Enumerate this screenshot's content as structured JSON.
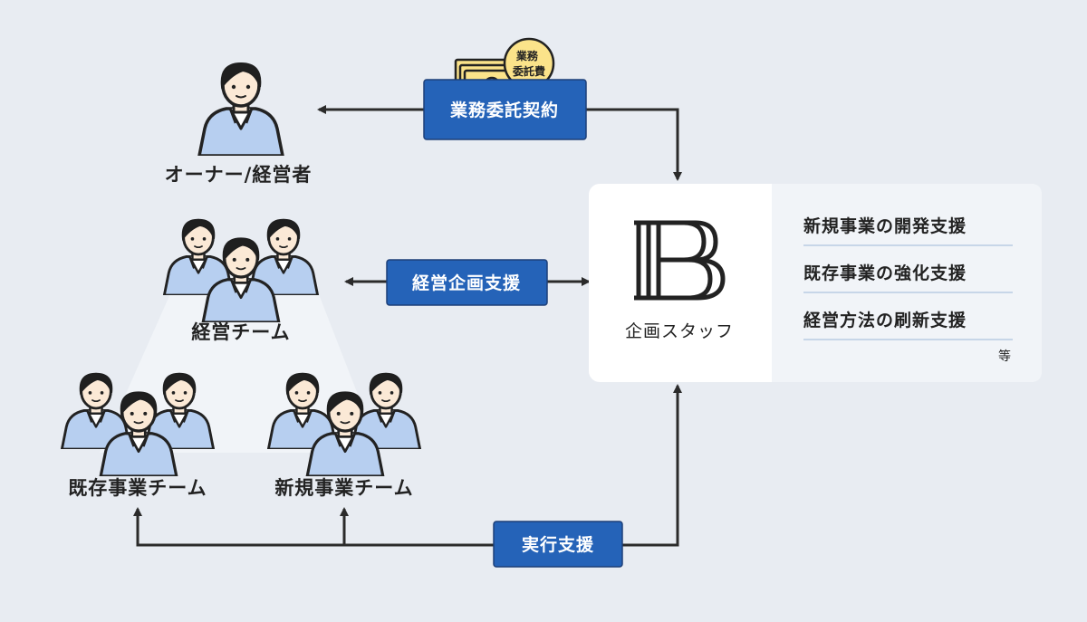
{
  "nodes": {
    "owner": "オーナー/経営者",
    "management_team": "経営チーム",
    "existing_team": "既存事業チーム",
    "new_team": "新規事業チーム",
    "planning_staff": "企画スタッフ"
  },
  "edges": {
    "outsourcing_contract": "業務委託契約",
    "management_planning_support": "経営企画支援",
    "execution_support": "実行支援"
  },
  "coin_label": "業務\n委託費",
  "services": {
    "items": [
      "新規事業の開発支援",
      "既存事業の強化支援",
      "経営方法の刷新支援"
    ],
    "etc": "等"
  },
  "colors": {
    "background": "#e8ecf2",
    "pill": "#2563b8",
    "arrow": "#2b2b2b",
    "suit": "#b7cff0",
    "card": "#ffffff",
    "card_panel": "#f1f4f8",
    "divider": "#b9cbe3"
  }
}
